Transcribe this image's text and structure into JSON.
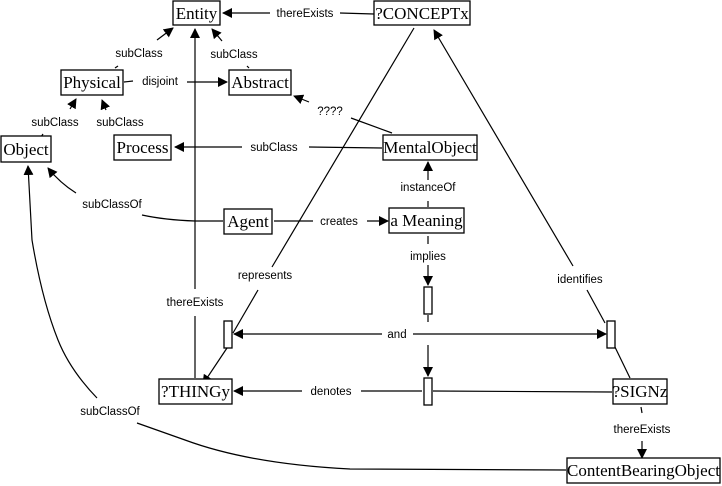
{
  "diagram": {
    "nodes": {
      "entity": "Entity",
      "concept": "?CONCEPTx",
      "physical": "Physical",
      "abstract": "Abstract",
      "object": "Object",
      "process": "Process",
      "mental_object": "MentalObject",
      "agent": "Agent",
      "meaning": "a Meaning",
      "thing": "?THINGy",
      "sign": "?SIGNz",
      "content_bearing_object": "ContentBearingObject"
    },
    "edges": {
      "concept_entity": "thereExists",
      "physical_entity": "subClass",
      "abstract_entity": "subClass",
      "physical_abstract": "disjoint",
      "object_physical": "subClass",
      "process_physical": "subClass",
      "mental_abstract": "????",
      "mental_process": "subClass",
      "agent_object": "subClassOf",
      "meaning_mental": "instanceOf",
      "agent_meaning": "creates",
      "meaning_implies": "implies",
      "concept_thing": "represents",
      "thing_entity": "thereExists",
      "sign_concept": "identifies",
      "and_label": "and",
      "sign_thing": "denotes",
      "sign_cbo": "thereExists",
      "cbo_object": "subClassOf"
    }
  }
}
